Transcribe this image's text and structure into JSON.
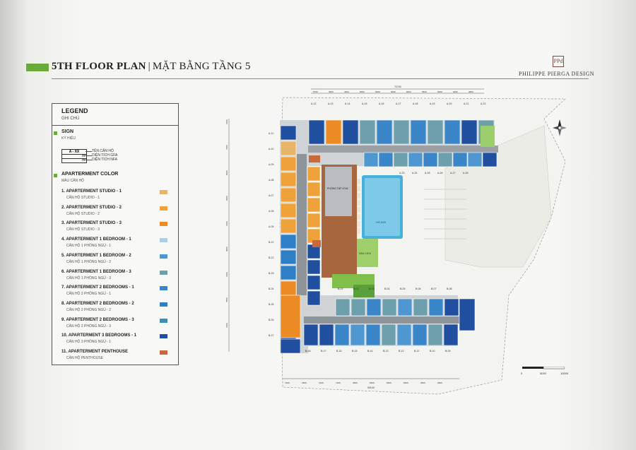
{
  "header": {
    "title_en": "5TH FLOOR PLAN",
    "separator": "|",
    "title_vi": "MẶT BẰNG TẦNG 5",
    "brand_logo": "PPd",
    "brand_name": "PHILIPPE PIERGA DESIGN",
    "accent_color": "#6aaa3a"
  },
  "legend": {
    "title": "LEGEND",
    "subtitle": "GHI CHÚ",
    "sign": {
      "title": "SIGN",
      "subtitle": "KÝ HIỆU",
      "code": "A - XX",
      "unit1": "m²",
      "unit2": "m²",
      "label_code": "TÊN CĂN HỘ",
      "label_gfa": "DIỆN TÍCH GFA",
      "label_nfa": "DIỆN TÍCH NFA"
    },
    "color_section": {
      "title": "APARTERMENT COLOR",
      "subtitle": "MÀU CĂN HỘ"
    },
    "items": [
      {
        "name": "1. APARTERMENT STUDIO - 1",
        "sub": "CĂN HỘ STUDIO - 1",
        "color": "#e6b56a"
      },
      {
        "name": "2. APARTERMENT STUDIO - 2",
        "sub": "CĂN HỘ STUDIO - 2",
        "color": "#f0a23a"
      },
      {
        "name": "3. APARTERMENT STUDIO - 3",
        "sub": "CĂN HỘ STUDIO - 3",
        "color": "#ec8a24"
      },
      {
        "name": "4. APARTERMENT 1 BEDROOM - 1",
        "sub": "CĂN HỘ 1 PHÒNG NGỦ - 1",
        "color": "#a9cfe9"
      },
      {
        "name": "5. APARTERMENT 1 BEDROOM - 2",
        "sub": "CĂN HỘ 1 PHÒNG NGỦ - 2",
        "color": "#4f97d0"
      },
      {
        "name": "6. APARTERMENT 1 BEDROOM - 3",
        "sub": "CĂN HỘ 1 PHÒNG NGỦ - 3",
        "color": "#6e9fad"
      },
      {
        "name": "7. APARTERMENT 2 BEDROOMS - 1",
        "sub": "CĂN HỘ 2 PHÒNG NGỦ - 1",
        "color": "#3a86c8"
      },
      {
        "name": "8. APARTERMENT 2 BEDROOMS - 2",
        "sub": "CĂN HỘ 2 PHÒNG NGỦ - 2",
        "color": "#2f7fc6"
      },
      {
        "name": "9. APARTERMENT 2 BEDROOMS - 3",
        "sub": "CĂN HỘ 2 PHÒNG NGỦ - 3",
        "color": "#3f8fb0"
      },
      {
        "name": "10. APARTERMENT 3 BEDROOMS - 1",
        "sub": "CĂN HỘ 3 PHÒNG NGỦ - 1",
        "color": "#1f4f9e"
      },
      {
        "name": "11. APARTERMENT PENTHOUSE",
        "sub": "CĂN HỘ PENTHOUSE",
        "color": "#c9683a"
      }
    ]
  },
  "plan": {
    "total_dim": "72700",
    "top_dims": [
      "5700",
      "3500",
      "4200",
      "8000",
      "6000",
      "6000",
      "8400",
      "5600",
      "6000",
      "6000",
      "3800"
    ],
    "bottom_dims": [
      "7200",
      "1800",
      "5100",
      "7100",
      "3900",
      "8400",
      "8400",
      "8400",
      "3600",
      "2800"
    ],
    "bottom_total": "99100",
    "left_dims": [
      "7200",
      "7200",
      "8400",
      "8400",
      "7200",
      "6000",
      "7200",
      "7800",
      "7200"
    ],
    "left_total": "72500",
    "top_units": [
      "A-12",
      "A-13",
      "A-14",
      "A-15",
      "A-16",
      "A-17",
      "A-18",
      "A-19",
      "A-20",
      "A-21",
      "A-22"
    ],
    "left_units": [
      "A-11",
      "A-10",
      "A-09",
      "A-08",
      "A-07",
      "A-06",
      "A-05",
      "B-21",
      "B-22",
      "B-23",
      "B-24",
      "B-25",
      "B-26",
      "B-27"
    ],
    "inner_units": [
      "A-23",
      "A-24",
      "A-25",
      "A-26",
      "A-27",
      "A-28"
    ],
    "mid_units": [
      "B-01",
      "B-02",
      "B-03",
      "B-04",
      "B-05",
      "B-06",
      "B-07",
      "B-08"
    ],
    "bottom_units": [
      "B-18",
      "B-17",
      "B-16",
      "B-15",
      "B-14",
      "B-13",
      "B-12",
      "B-11",
      "B-10",
      "B-09"
    ],
    "labels": {
      "gym": "PHÒNG TẬP GYM",
      "pool": "HỒ BƠI",
      "deck": "SÂN CHƠI",
      "garden": "VƯỜN"
    },
    "scale": [
      "0",
      "5000",
      "10000"
    ]
  }
}
